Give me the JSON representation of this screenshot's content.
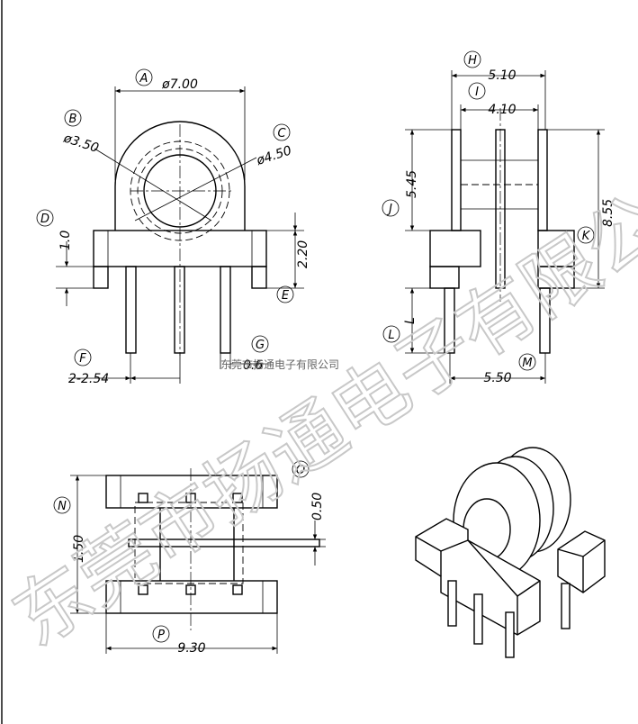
{
  "watermark": {
    "large": "东莞市扬通电子有限公司",
    "small": "东莞市扬通电子有限公司"
  },
  "front_view": {
    "markers": {
      "A": "A",
      "B": "B",
      "C": "C",
      "D": "D",
      "E": "E",
      "F": "F",
      "G": "G"
    },
    "dims": {
      "A": "ø7.00",
      "B": "ø3.50",
      "C": "ø4.50",
      "D": "1.0",
      "E": "2.20",
      "F": "2-2.54",
      "G": "0.6"
    }
  },
  "side_view": {
    "markers": {
      "H": "H",
      "I": "I",
      "J": "J",
      "K": "K",
      "L": "L",
      "M": "M"
    },
    "dims": {
      "H": "5.10",
      "I": "4.10",
      "J": "5.45",
      "K": "8.55",
      "L": "L",
      "M": "5.50"
    }
  },
  "top_view": {
    "markers": {
      "N": "N",
      "O": "O",
      "P": "P"
    },
    "dims": {
      "N": "1.50",
      "O": "0.50",
      "P": "9.30"
    }
  }
}
